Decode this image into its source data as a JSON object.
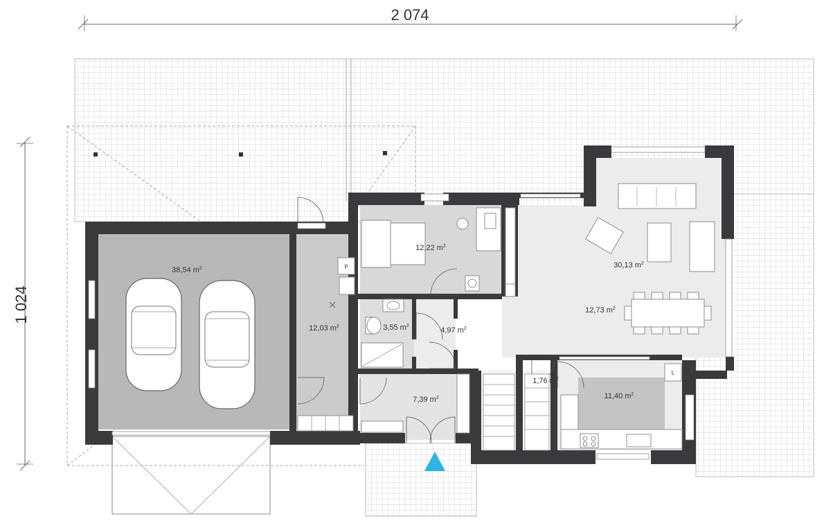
{
  "dimensions": {
    "width_label": "2 074",
    "height_label": "1 024"
  },
  "rooms": {
    "garage": {
      "area": "38,54 m",
      "sup": "2"
    },
    "utility": {
      "area": "12,03 m",
      "sup": "2"
    },
    "study": {
      "area": "12,22 m",
      "sup": "2"
    },
    "bathroom": {
      "area": "3,55 m",
      "sup": "2"
    },
    "hall": {
      "area": "4,97 m",
      "sup": "2"
    },
    "vestibule": {
      "area": "7,39 m",
      "sup": "2"
    },
    "living": {
      "area": "30,13 m",
      "sup": "2"
    },
    "dining": {
      "area": "12,73 m",
      "sup": "2"
    },
    "pantry": {
      "area": "1,76 m",
      "sup": "2"
    },
    "kitchen": {
      "area": "11,40 m",
      "sup": "2"
    }
  },
  "labels": {
    "boiler": "P",
    "fridge": "L"
  },
  "colors": {
    "wall": "#3a3a3c",
    "garage_floor": "#b8b8b8",
    "utility_floor": "#cbcbcb",
    "living_floor": "#ececec",
    "terrace_grid": "#c8c8c8",
    "entrance_marker": "#2fb3e6"
  },
  "icons": [
    "entrance-arrow-icon",
    "car-icon",
    "door-swing-icon"
  ]
}
